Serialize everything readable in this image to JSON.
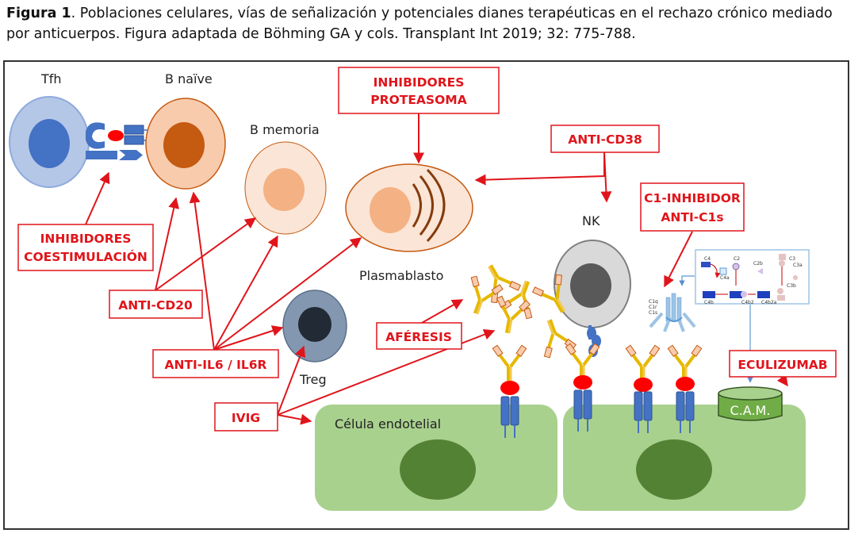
{
  "caption": {
    "figure_label": "Figura 1",
    "text": ". Poblaciones celulares, vías de señalización y potenciales dianes terapéuticas en el rechazo crónico mediado por anticuerpos. Figura adaptada de Böhming GA y cols. Transplant Int 2019; 32: 775-788."
  },
  "cells": {
    "tfh": "Tfh",
    "b_naive": "B naïve",
    "b_memoria": "B memoria",
    "plasmablasto": "Plasmablasto",
    "treg": "Treg",
    "nk": "NK",
    "endotelial": "Célula endotelial"
  },
  "therapies": {
    "inhibidores_proteasoma_1": "INHIBIDORES",
    "inhibidores_proteasoma_2": "PROTEASOMA",
    "anti_cd38": "ANTI-CD38",
    "c1_inhibidor_1": "C1-INHIBIDOR",
    "c1_inhibidor_2": "ANTI-C1s",
    "inhibidores_coest_1": "INHIBIDORES",
    "inhibidores_coest_2": "COESTIMULACIÓN",
    "anti_cd20": "ANTI-CD20",
    "aferesis": "AFÉRESIS",
    "anti_il6": "ANTI-IL6 / IL6R",
    "eculizumab": "ECULIZUMAB",
    "ivig": "IVIG"
  },
  "complement": {
    "c1q": "C1q",
    "c1r": "C1r",
    "c1s": "C1s",
    "cam": "C.A.M.",
    "c4": "C4",
    "c2": "C2",
    "c4a": "C4a",
    "c2b": "C2b",
    "c3": "C3",
    "c3a": "C3a",
    "c3b": "C3b",
    "c4b": "C4b",
    "c4b2": "C4b2",
    "c4b2a": "C4b2a"
  },
  "colors": {
    "red": "#e0151b",
    "green_cell": "#a9d18e",
    "nucleus_green": "#548235",
    "blue": "#4472c4",
    "frame": "#333333"
  }
}
